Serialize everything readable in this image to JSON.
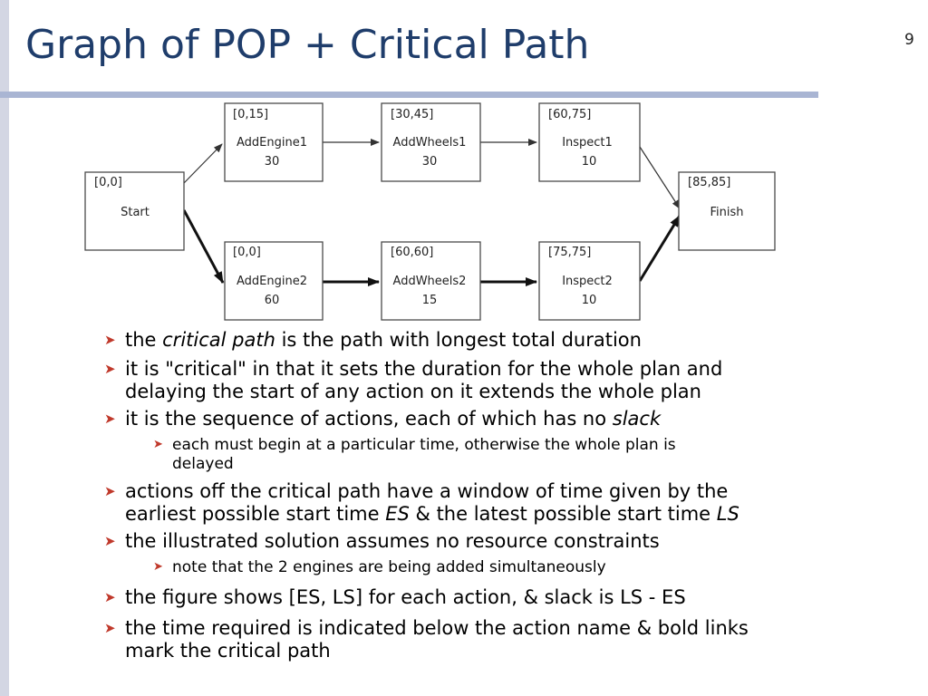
{
  "slide": {
    "title": "Graph of POP + Critical Path",
    "page_number": "9"
  },
  "diagram": {
    "nodes": {
      "start": {
        "window": "[0,0]",
        "name": "Start"
      },
      "ae1": {
        "window": "[0,15]",
        "name": "AddEngine1",
        "duration": "30"
      },
      "aw1": {
        "window": "[30,45]",
        "name": "AddWheels1",
        "duration": "30"
      },
      "in1": {
        "window": "[60,75]",
        "name": "Inspect1",
        "duration": "10"
      },
      "ae2": {
        "window": "[0,0]",
        "name": "AddEngine2",
        "duration": "60"
      },
      "aw2": {
        "window": "[60,60]",
        "name": "AddWheels2",
        "duration": "15"
      },
      "in2": {
        "window": "[75,75]",
        "name": "Inspect2",
        "duration": "10"
      },
      "finish": {
        "window": "[85,85]",
        "name": "Finish"
      }
    },
    "edges": [
      {
        "from": "Start",
        "to": "AddEngine1",
        "critical": false
      },
      {
        "from": "AddEngine1",
        "to": "AddWheels1",
        "critical": false
      },
      {
        "from": "AddWheels1",
        "to": "Inspect1",
        "critical": false
      },
      {
        "from": "Inspect1",
        "to": "Finish",
        "critical": false
      },
      {
        "from": "Start",
        "to": "AddEngine2",
        "critical": true
      },
      {
        "from": "AddEngine2",
        "to": "AddWheels2",
        "critical": true
      },
      {
        "from": "AddWheels2",
        "to": "Inspect2",
        "critical": true
      },
      {
        "from": "Inspect2",
        "to": "Finish",
        "critical": true
      }
    ]
  },
  "bullets": {
    "b1": {
      "pre": "the ",
      "em": "critical path",
      "post": " is the path with longest total duration"
    },
    "b2": {
      "line1": "it is \"critical\" in that it sets the duration for the whole plan and",
      "line2": "delaying the start of any action on it extends the whole plan"
    },
    "b3": {
      "pre": "it is the sequence of actions, each of which has no ",
      "em": "slack"
    },
    "b3a": {
      "line1": "each must begin at a particular time, otherwise the whole plan is",
      "line2": "delayed"
    },
    "b4": {
      "line1": "actions off the critical path have a window of time given by the",
      "line2_pre": "earliest possible start time ",
      "em1": "ES",
      "mid": " & the latest possible start time ",
      "em2": "LS"
    },
    "b5": {
      "text": "the illustrated solution assumes no resource constraints"
    },
    "b5a": {
      "text": "note that the 2 engines are being added simultaneously"
    },
    "b6": {
      "text": "the figure shows [ES, LS] for each action, & slack is LS - ES"
    },
    "b7": {
      "line1": "the time required is indicated below the action name & bold links",
      "line2": "mark the critical path"
    }
  },
  "colors": {
    "title": "#1f3d6b",
    "bullet_arrow": "#c0392b",
    "title_rule": "#a9b5d3",
    "left_bar": "#d3d6e3"
  },
  "icons": {
    "bullet": "arrowhead-right-icon"
  }
}
